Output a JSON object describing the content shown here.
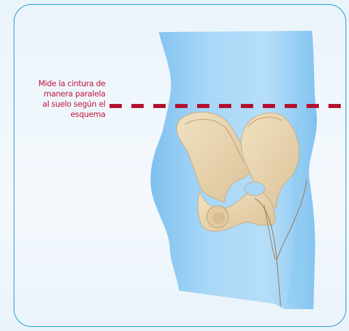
{
  "caption": {
    "lines": [
      "Mide la cintura de",
      "manera paralela",
      "al suelo según el",
      "esquema"
    ]
  },
  "colors": {
    "frame_border": "#1a9bd7",
    "background": "#eef6fc",
    "body": "#9fd3f6",
    "bone": "#ead6b0",
    "waist_line": "#b3112e",
    "caption_text": "#c0133a"
  }
}
